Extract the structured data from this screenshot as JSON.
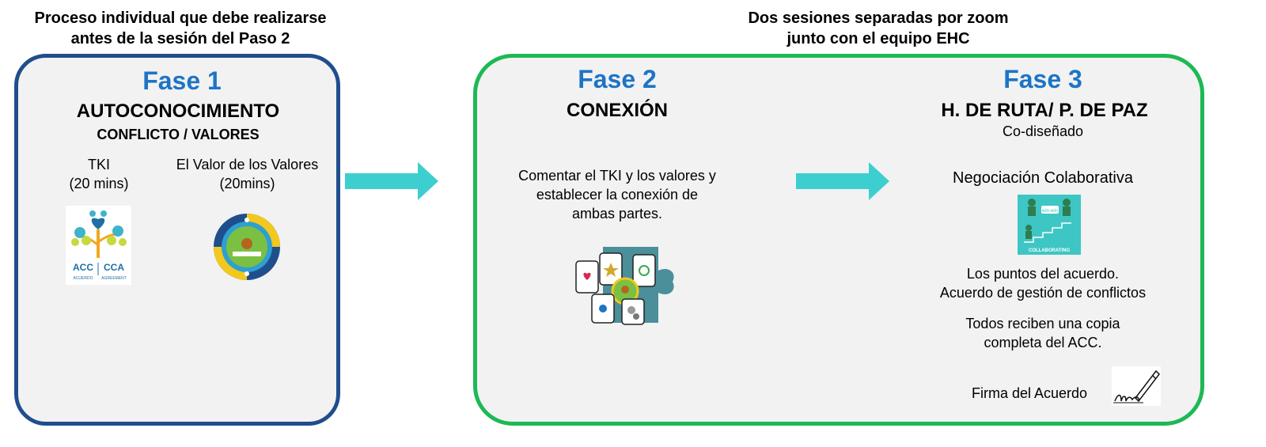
{
  "captions": {
    "left_line1": "Proceso individual que debe realizarse",
    "left_line2": "antes de la sesión del Paso 2",
    "right_line1": "Dos sesiones separadas por zoom",
    "right_line2": "junto con el equipo EHC"
  },
  "phase1": {
    "title": "Fase 1",
    "heading": "AUTOCONOCIMIENTO",
    "subheading": "CONFLICTO / VALORES",
    "tki_label": "TKI",
    "tki_duration": "(20 mins)",
    "valores_label": "El Valor de los Valores",
    "valores_duration": "(20mins)",
    "acc_logo": {
      "left_text": "ACC",
      "right_text": "CCA",
      "left_small": "ACUERDO",
      "right_small": "AGREEMENT",
      "icon": "tree-heart-logo"
    },
    "compass_icon": "compass-values-icon"
  },
  "phase2": {
    "title": "Fase 2",
    "heading": "CONEXIÓN",
    "desc_line1": "Comentar el TKI y los valores y",
    "desc_line2": "establecer la conexión de",
    "desc_line3": "ambas partes.",
    "cards_icon": "puzzle-cards-icon"
  },
  "phase3": {
    "title": "Fase 3",
    "heading": "H. DE RUTA/ P. DE PAZ",
    "subheading": "Co-diseñado",
    "negociacion": "Negociación Colaborativa",
    "collab_image": {
      "caption": "COLLABORATING",
      "bubble": "win-win"
    },
    "puntos_line1": "Los puntos del acuerdo.",
    "puntos_line2": "Acuerdo de gestión de conflictos",
    "copia_line1": "Todos reciben una copia",
    "copia_line2": "completa del ACC.",
    "firma": "Firma del Acuerdo",
    "signature_icon": "signature-pen-icon"
  },
  "colors": {
    "phase_title": "#1d74c5",
    "panel1_border": "#1f4e8c",
    "panel2_border": "#1db954",
    "panel_fill": "#f2f2f2",
    "arrow": "#3dcfd0"
  }
}
